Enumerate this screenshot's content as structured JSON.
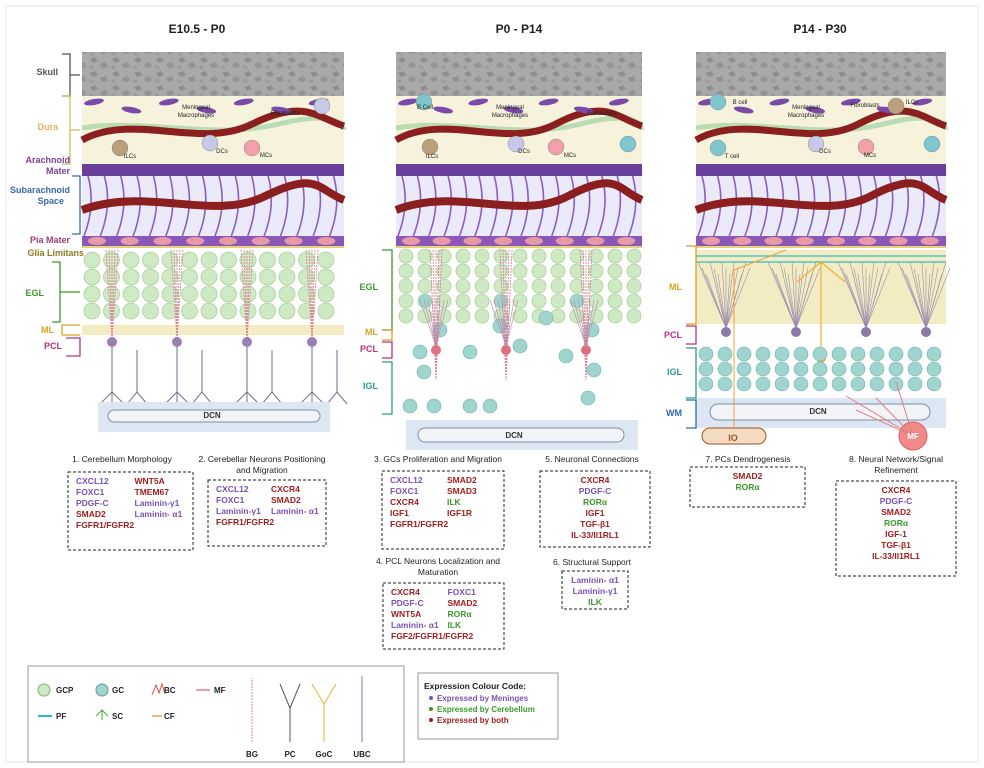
{
  "colors": {
    "meninges": "#7b52b5",
    "cerebellum": "#3a9a2a",
    "both": "#a01e1e",
    "skull": "#9a9a9a",
    "dura": "#f7f2dc",
    "arachnoid": "#6a3f9c",
    "subarachnoid": "#eaeaf8",
    "vessel": "#8b1e1e",
    "egl_cell": "#cfe9c4",
    "igl_cell": "#9fd4cf",
    "ml_band": "#f3ecc2",
    "dcn": "#dde6f3"
  },
  "stages": [
    {
      "title": "E10.5 - P0"
    },
    {
      "title": "P0 - P14"
    },
    {
      "title": "P14 - P30"
    }
  ],
  "layer_labels": {
    "skull": "Skull",
    "dura": "Dura",
    "arachnoid": "Arachnoid\nMater",
    "subarachnoid": "Subarachnoid\nSpace",
    "pia": "Pia Mater",
    "glia": "Glia Limitans",
    "egl": "EGL",
    "ml": "ML",
    "pcl": "PCL",
    "igl": "IGL",
    "wm": "WM"
  },
  "cell_labels": {
    "meningeal_macrophages": "Meningeal\nMacrophages",
    "fibroblasts": "Fibroblasts",
    "ilcs": "ILCs",
    "dcs": "DCs",
    "mcs": "MCs",
    "b_cell": "B cell",
    "b_cell_2": "B Cell",
    "t_cell": "T cell",
    "dcn": "DCN",
    "io": "IO",
    "mf": "MF"
  },
  "boxes": [
    {
      "title": "1.  Cerebellum Morphology",
      "col1": [
        [
          "CXCL12",
          "m"
        ],
        [
          "FOXC1",
          "m"
        ],
        [
          "PDGF-C",
          "m"
        ],
        [
          "SMAD2",
          "b"
        ]
      ],
      "col2": [
        [
          "WNT5A",
          "b"
        ],
        [
          "TMEM67",
          "b"
        ],
        [
          "Laminin-γ1",
          "m"
        ],
        [
          "Laminin- α1",
          "m"
        ]
      ],
      "wide": [
        "FGFR1/FGFR2",
        "b"
      ]
    },
    {
      "title": "2. Cerebellar Neurons Positioning\nand Migration",
      "col1": [
        [
          "CXCL12",
          "m"
        ],
        [
          "FOXC1",
          "m"
        ],
        [
          "Laminin-γ1",
          "m"
        ]
      ],
      "col2": [
        [
          "CXCR4",
          "b"
        ],
        [
          "SMAD2",
          "b"
        ],
        [
          "Laminin- α1",
          "m"
        ]
      ],
      "wide": [
        "FGFR1/FGFR2",
        "b"
      ]
    },
    {
      "title": "3. GCs Proliferation and Migration",
      "col1": [
        [
          "CXCL12",
          "m"
        ],
        [
          "FOXC1",
          "m"
        ],
        [
          "CXCR4",
          "b"
        ],
        [
          "IGF1",
          "b"
        ]
      ],
      "col2": [
        [
          "SMAD2",
          "b"
        ],
        [
          "SMAD3",
          "b"
        ],
        [
          "ILK",
          "c"
        ],
        [
          "IGF1R",
          "b"
        ]
      ],
      "wide": [
        "FGFR1/FGFR2",
        "b"
      ]
    },
    {
      "title": "4. PCL Neurons Localization and\nMaturation",
      "col1": [
        [
          "CXCR4",
          "b"
        ],
        [
          "PDGF-C",
          "m"
        ],
        [
          "WNT5A",
          "b"
        ],
        [
          "Laminin- α1",
          "m"
        ]
      ],
      "col2": [
        [
          "FOXC1",
          "m"
        ],
        [
          "SMAD2",
          "b"
        ],
        [
          "RORα",
          "c"
        ],
        [
          "ILK",
          "c"
        ]
      ],
      "wide": [
        "FGF2/FGFR1/FGFR2",
        "b"
      ]
    },
    {
      "title": "5. Neuronal Connections",
      "list": [
        [
          "CXCR4",
          "b"
        ],
        [
          "PDGF-C",
          "m"
        ],
        [
          "RORα",
          "c"
        ],
        [
          "IGF1",
          "b"
        ],
        [
          "TGF-β1",
          "b"
        ],
        [
          "IL-33/Il1RL1",
          "b"
        ]
      ]
    },
    {
      "title": "6. Structural Support",
      "list": [
        [
          "Laminin- α1",
          "m"
        ],
        [
          "Laminin-γ1",
          "m"
        ],
        [
          "ILK",
          "c"
        ]
      ]
    },
    {
      "title": "7. PCs Dendrogenesis",
      "list": [
        [
          "SMAD2",
          "b"
        ],
        [
          "RORα",
          "c"
        ]
      ]
    },
    {
      "title": "8. Neural Network/Signal\nRefinement",
      "list": [
        [
          "CXCR4",
          "b"
        ],
        [
          "PDGF-C",
          "m"
        ],
        [
          "SMAD2",
          "b"
        ],
        [
          "RORα",
          "c"
        ],
        [
          "IGF-1",
          "b"
        ],
        [
          "TGF-β1",
          "b"
        ],
        [
          "IL-33/Il1RL1",
          "b"
        ]
      ]
    }
  ],
  "legend": {
    "items": [
      {
        "label": "GCP",
        "icon": "gcp-cell-icon"
      },
      {
        "label": "GC",
        "icon": "gc-cell-icon"
      },
      {
        "label": "BC",
        "icon": "basket-cell-icon"
      },
      {
        "label": "MF",
        "icon": "mossy-fiber-icon"
      },
      {
        "label": "PF",
        "icon": "parallel-fiber-icon"
      },
      {
        "label": "SC",
        "icon": "stellate-cell-icon"
      },
      {
        "label": "CF",
        "icon": "climbing-fiber-icon"
      },
      {
        "label": "BG",
        "icon": "bergmann-glia-icon"
      },
      {
        "label": "PC",
        "icon": "purkinje-cell-icon"
      },
      {
        "label": "GoC",
        "icon": "golgi-cell-icon"
      },
      {
        "label": "UBC",
        "icon": "unipolar-brush-cell-icon"
      }
    ]
  },
  "color_code": {
    "title": "Expression Colour Code:",
    "items": [
      {
        "label": "Expressed by Meninges",
        "color": "#7b52b5"
      },
      {
        "label": "Expressed by Cerebellum",
        "color": "#3a9a2a"
      },
      {
        "label": "Expressed by both",
        "color": "#a01e1e"
      }
    ]
  }
}
